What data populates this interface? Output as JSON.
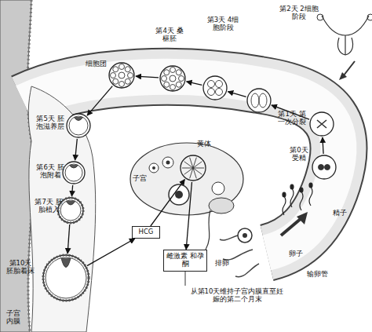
{
  "diagram": {
    "nodes": [
      {
        "text": [
          "第0天 受精"
        ]
      },
      {
        "text": [
          "第1天 第一次分裂"
        ]
      },
      {
        "text": [
          "第2天 2细胞阶段"
        ]
      },
      {
        "text": [
          "第3天 4细胞阶段"
        ]
      },
      {
        "text": [
          "第4天 桑椹胚"
        ]
      },
      {
        "text": [
          "细胞团"
        ]
      },
      {
        "text": [
          "第5天 胚泡滋养层"
        ]
      },
      {
        "text": [
          "第6天 胚泡附着"
        ]
      },
      {
        "text": [
          "第7天 胚胎植入"
        ]
      },
      {
        "text": [
          "第10天 胚胎着床"
        ]
      },
      {
        "text": [
          "黄体"
        ]
      },
      {
        "text": [
          "HCG"
        ]
      },
      {
        "text": [
          "雌激素 和孕酮"
        ]
      }
    ],
    "edges": [
      {
        "from": 0,
        "to": 1,
        "arrow": "to"
      },
      {
        "from": 1,
        "to": 2,
        "arrow": "to"
      },
      {
        "from": 2,
        "to": 3,
        "arrow": "to"
      },
      {
        "from": 3,
        "to": 4,
        "arrow": "to"
      },
      {
        "from": 4,
        "to": 5,
        "arrow": "to"
      },
      {
        "from": 5,
        "to": 6,
        "arrow": "to"
      },
      {
        "from": 6,
        "to": 7,
        "arrow": "to"
      },
      {
        "from": 7,
        "to": 8,
        "arrow": "to"
      },
      {
        "from": 8,
        "to": 9,
        "arrow": "to"
      },
      {
        "from": 9,
        "to": 11,
        "arrow": "to"
      },
      {
        "from": 11,
        "to": 10,
        "arrow": "to"
      },
      {
        "from": 10,
        "to": 12,
        "arrow": "to"
      }
    ],
    "labels": [
      "子宫",
      "精子",
      "卵子",
      "输卵管",
      "排卵",
      "子宫内膜",
      "从第10天维持子宫内膜直至妊娠的第二个月末"
    ]
  }
}
